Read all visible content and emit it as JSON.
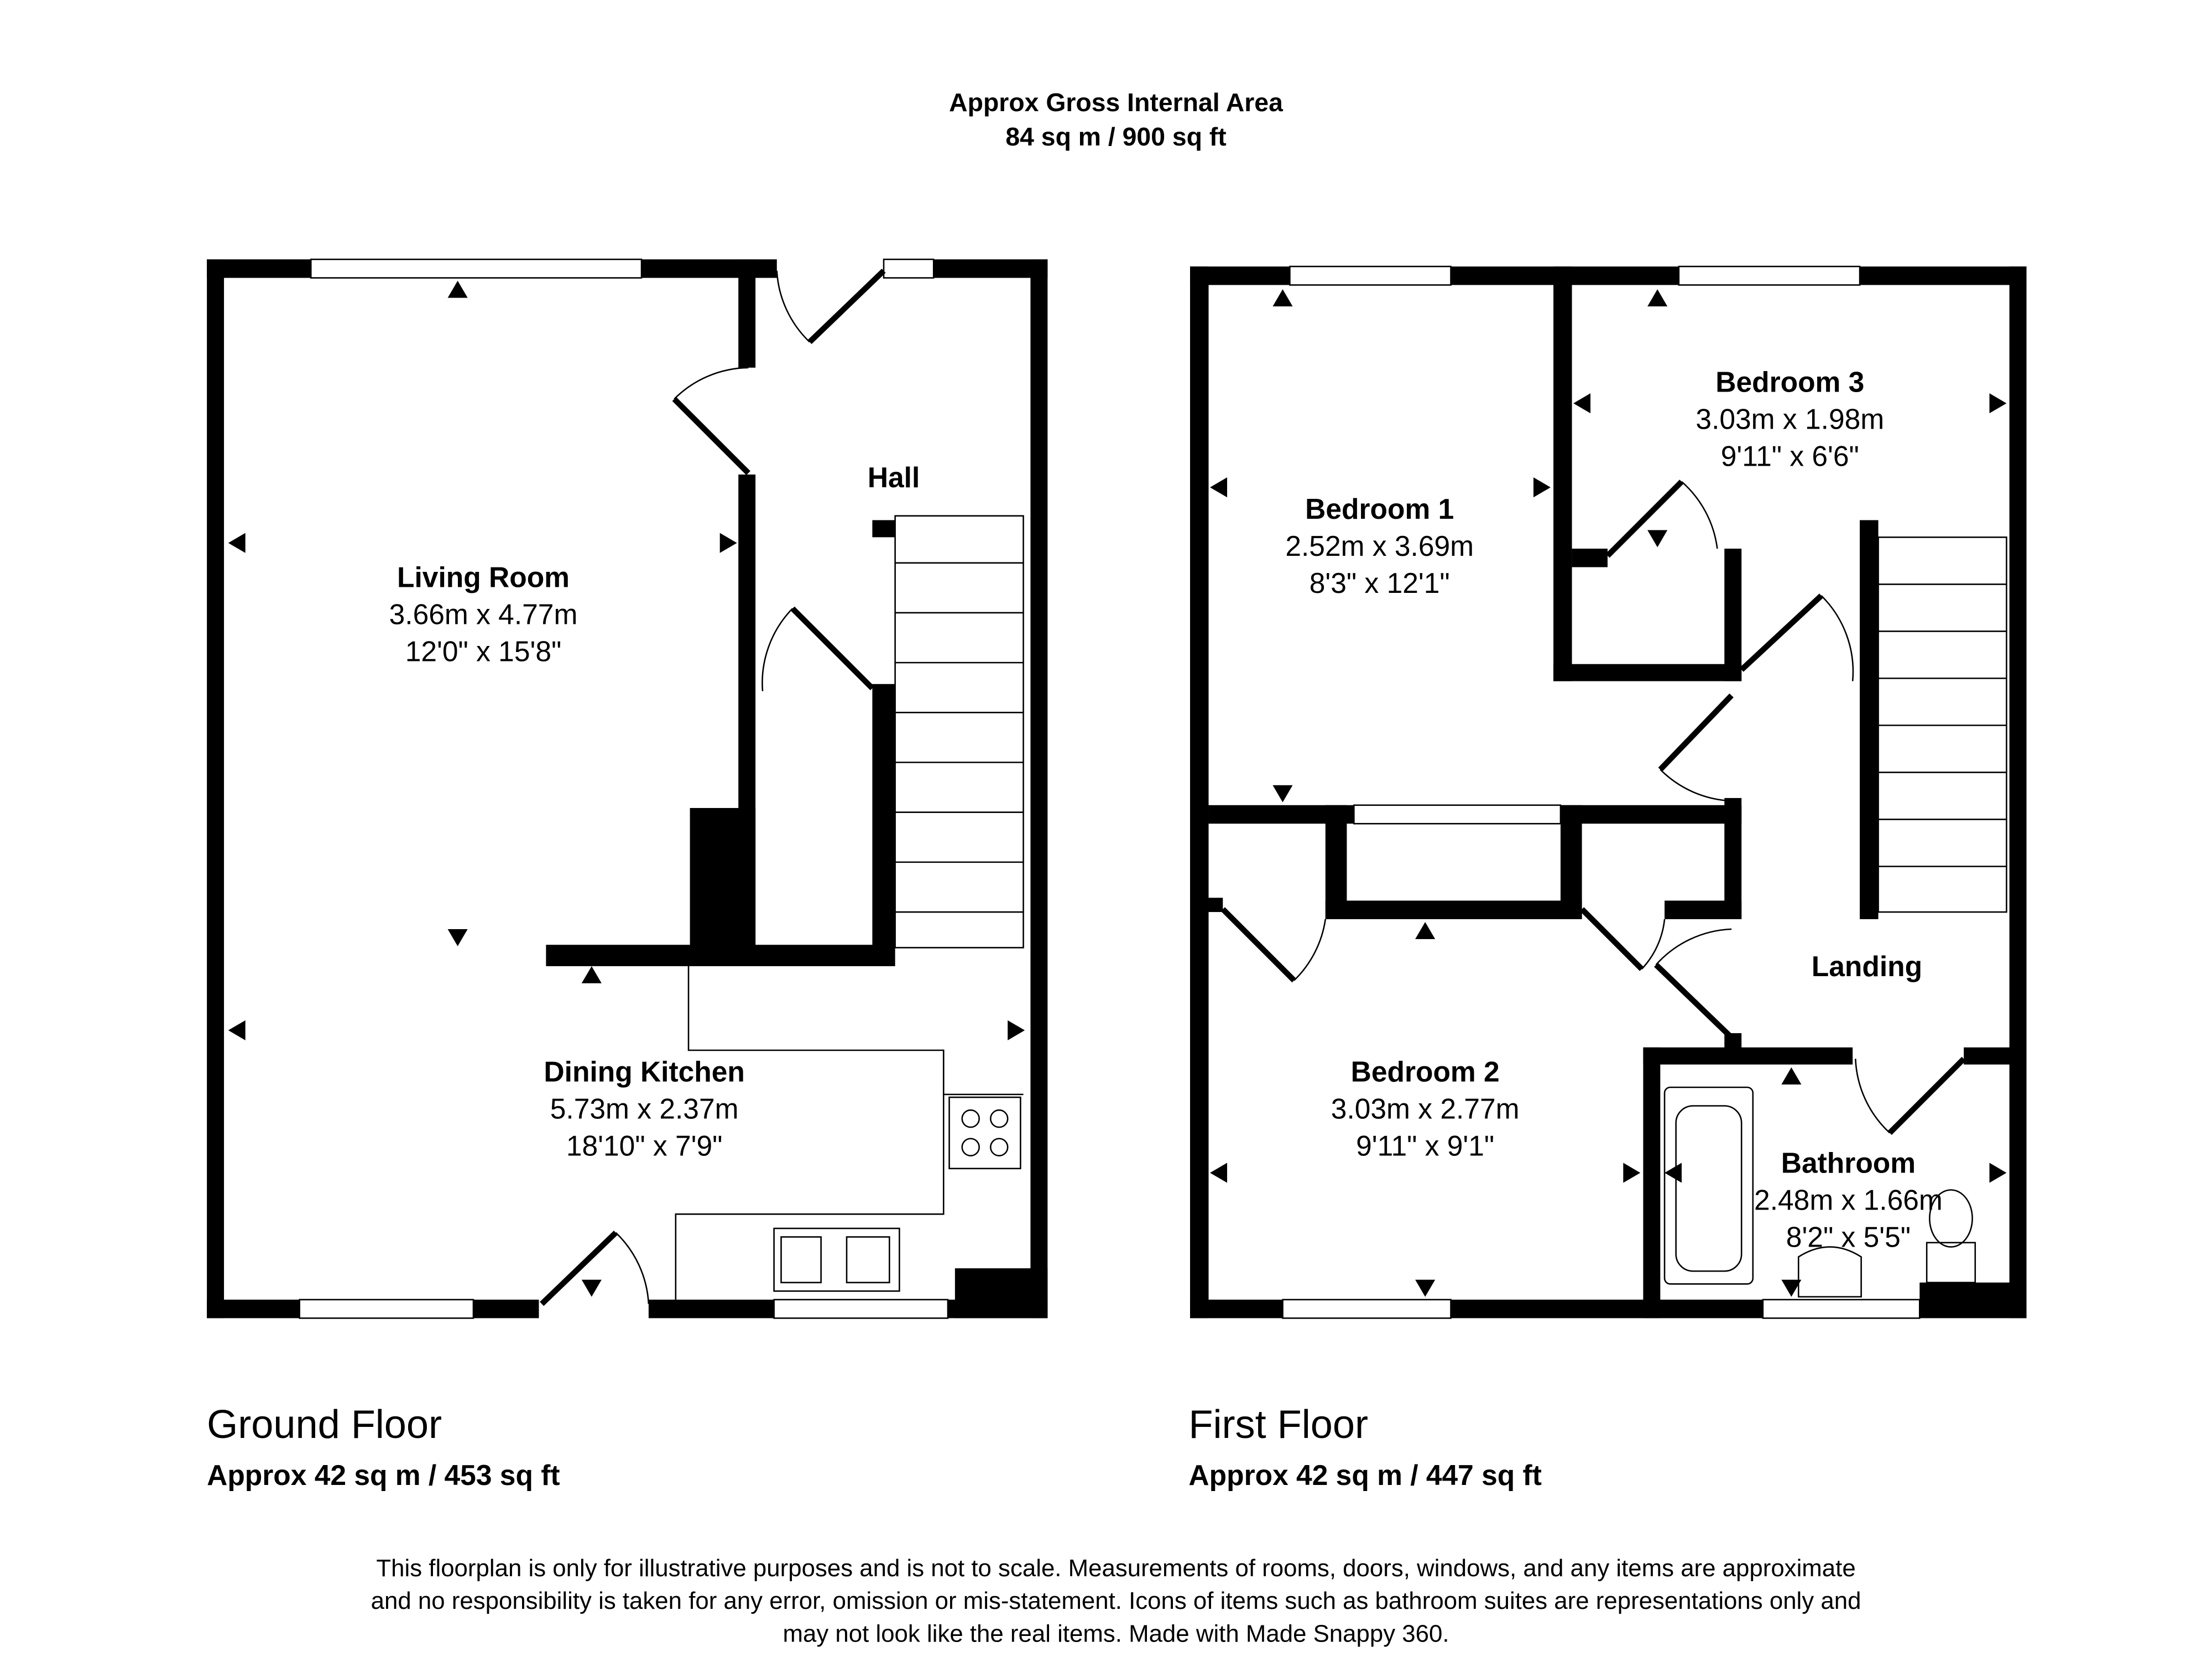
{
  "header": {
    "title": "Approx Gross Internal Area",
    "area": "84 sq m / 900 sq ft"
  },
  "floors": [
    {
      "name": "Ground Floor",
      "area": "Approx 42 sq m / 453 sq ft",
      "rooms": [
        {
          "name": "Living Room",
          "metric": "3.66m x 4.77m",
          "imperial": "12'0\" x 15'8\""
        },
        {
          "name": "Hall"
        },
        {
          "name": "Dining Kitchen",
          "metric": "5.73m x 2.37m",
          "imperial": "18'10\" x 7'9\""
        }
      ]
    },
    {
      "name": "First Floor",
      "area": "Approx 42 sq m / 447 sq ft",
      "rooms": [
        {
          "name": "Bedroom 1",
          "metric": "2.52m x 3.69m",
          "imperial": "8'3\" x 12'1\""
        },
        {
          "name": "Bedroom 3",
          "metric": "3.03m x 1.98m",
          "imperial": "9'11\" x 6'6\""
        },
        {
          "name": "Landing"
        },
        {
          "name": "Bedroom 2",
          "metric": "3.03m x 2.77m",
          "imperial": "9'11\" x 9'1\""
        },
        {
          "name": "Bathroom",
          "metric": "2.48m x 1.66m",
          "imperial": "8'2\" x 5'5\""
        }
      ]
    }
  ],
  "disclaimer": [
    "This floorplan is only for illustrative purposes and is not to scale. Measurements of rooms, doors, windows, and any items are approximate",
    "and no responsibility is taken for any error, omission or mis-statement. Icons of items such as bathroom suites are representations only and",
    "may not look like the real items. Made with Made Snappy 360."
  ]
}
